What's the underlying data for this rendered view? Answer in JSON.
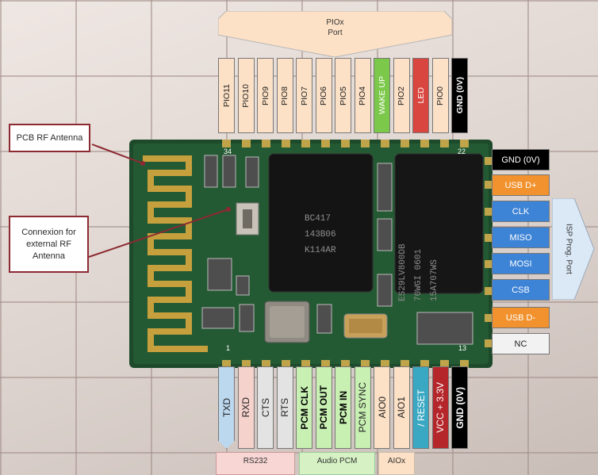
{
  "top_port": {
    "line1": "PIOx",
    "line2": "Port"
  },
  "top_pins": [
    {
      "label": "PIO11",
      "color": "#fde1c6"
    },
    {
      "label": "PIO10",
      "color": "#fde1c6"
    },
    {
      "label": "PIO9",
      "color": "#fde1c6"
    },
    {
      "label": "PIO8",
      "color": "#fde1c6"
    },
    {
      "label": "PIO7",
      "color": "#fde1c6"
    },
    {
      "label": "PIO6",
      "color": "#fde1c6"
    },
    {
      "label": "PIO5",
      "color": "#fde1c6"
    },
    {
      "label": "PIO4",
      "color": "#fde1c6"
    },
    {
      "label": "WAKE UP",
      "color": "#7cc84a"
    },
    {
      "label": "PIO2",
      "color": "#fde1c6"
    },
    {
      "label": "LED",
      "color": "#d9453f"
    },
    {
      "label": "PIO0",
      "color": "#fde1c6"
    },
    {
      "label": "GND (0V)",
      "color": "#000000"
    }
  ],
  "side_pins": [
    {
      "label": "GND (0V)",
      "color": "#000000",
      "text_color": "#ffffff"
    },
    {
      "label": "USB D+",
      "color": "#f1922e",
      "text_color": "#ffffff"
    },
    {
      "label": "CLK",
      "color": "#3d83d6",
      "text_color": "#ffffff"
    },
    {
      "label": "MISO",
      "color": "#3d83d6",
      "text_color": "#ffffff"
    },
    {
      "label": "MOSI",
      "color": "#3d83d6",
      "text_color": "#ffffff"
    },
    {
      "label": "CSB",
      "color": "#3d83d6",
      "text_color": "#ffffff"
    },
    {
      "label": "USB D-",
      "color": "#f1922e",
      "text_color": "#ffffff"
    },
    {
      "label": "NC",
      "color": "#f2f2f2",
      "text_color": "#222222"
    }
  ],
  "isp_port": {
    "label": "ISP Prog. Port"
  },
  "bottom_pins": [
    {
      "label": "TXD",
      "color": "#bcd8ef",
      "text_color": "#222222",
      "bold": false
    },
    {
      "label": "RXD",
      "color": "#f6d2cd",
      "text_color": "#222222",
      "bold": false
    },
    {
      "label": "CTS",
      "color": "#e3e3e3",
      "text_color": "#222222",
      "bold": false
    },
    {
      "label": "RTS",
      "color": "#e3e3e3",
      "text_color": "#222222",
      "bold": false
    },
    {
      "label": "PCM CLK",
      "color": "#c8f0b3",
      "text_color": "#000000",
      "bold": true
    },
    {
      "label": "PCM OUT",
      "color": "#c8f0b3",
      "text_color": "#000000",
      "bold": true
    },
    {
      "label": "PCM IN",
      "color": "#c8f0b3",
      "text_color": "#000000",
      "bold": true
    },
    {
      "label": "PCM SYNC",
      "color": "#c8f0b3",
      "text_color": "#222222",
      "bold": false
    },
    {
      "label": "AIO0",
      "color": "#fde1c6",
      "text_color": "#222222",
      "bold": false
    },
    {
      "label": "AIO1",
      "color": "#fde1c6",
      "text_color": "#222222",
      "bold": false
    },
    {
      "label": "/ RESET",
      "color": "#3aa8c2",
      "text_color": "#ffffff",
      "bold": false
    },
    {
      "label": "VCC + 3.3V",
      "color": "#b5262a",
      "text_color": "#ffffff",
      "bold": false
    },
    {
      "label": "GND (0V)",
      "color": "#000000",
      "text_color": "#ffffff",
      "bold": true
    }
  ],
  "groups": {
    "rs232": "RS232",
    "audio_pcm": "Audio PCM",
    "aiox": "AIOx"
  },
  "callouts": {
    "pcb_antenna": "PCB RF Antenna",
    "external_antenna": "Connexion for external RF Antenna"
  },
  "pin_numbers": {
    "top_left": "34",
    "top_right": "22",
    "bottom_left": "1",
    "bottom_right": "13"
  },
  "chip_markings": {
    "bc_chip": [
      "BC417",
      "143B06",
      "K114AR"
    ],
    "flash_chip": [
      "ES29LV800DB",
      "70WGI 0601",
      "15A707WS"
    ]
  }
}
